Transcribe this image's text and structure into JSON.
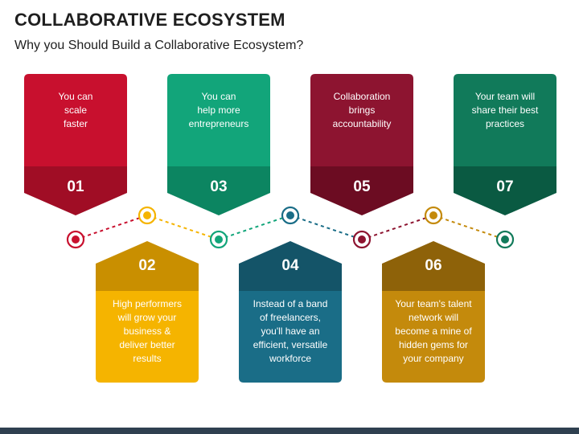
{
  "header": {
    "title": "COLLABORATIVE ECOSYSTEM",
    "subtitle": "Why you Should Build a Collaborative Ecosystem?"
  },
  "cards": [
    {
      "number": "01",
      "text": [
        "You can",
        "scale",
        "faster"
      ],
      "color": "#c8102e",
      "dark": "#a00d25",
      "position": "top"
    },
    {
      "number": "02",
      "text": [
        "High performers",
        "will grow your",
        "business &",
        "deliver better",
        "results"
      ],
      "color": "#f5b400",
      "dark": "#c98f00",
      "position": "bottom"
    },
    {
      "number": "03",
      "text": [
        "You can",
        "help more",
        "entrepreneurs"
      ],
      "color": "#12a57a",
      "dark": "#0c8561",
      "position": "top"
    },
    {
      "number": "04",
      "text": [
        "Instead of a band",
        "of freelancers,",
        "you'll have an",
        "efficient, versatile",
        "workforce"
      ],
      "color": "#1a6d87",
      "dark": "#145468",
      "position": "bottom"
    },
    {
      "number": "05",
      "text": [
        "Collaboration",
        "brings",
        "accountability"
      ],
      "color": "#8d1430",
      "dark": "#6c0c22",
      "position": "top"
    },
    {
      "number": "06",
      "text": [
        "Your team's talent",
        "network will",
        "become a mine of",
        "hidden gems for",
        "your company"
      ],
      "color": "#c48a0c",
      "dark": "#8e6209",
      "position": "bottom"
    },
    {
      "number": "07",
      "text": [
        "Your team will",
        "share their best",
        "practices"
      ],
      "color": "#117a5a",
      "dark": "#0a5a42",
      "position": "top"
    }
  ]
}
